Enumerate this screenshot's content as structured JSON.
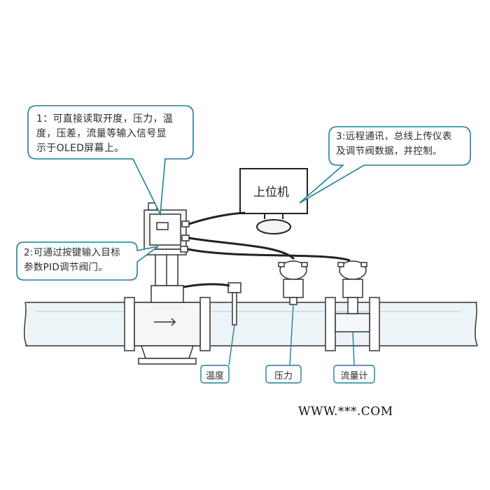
{
  "callouts": {
    "c1_line1": "1：可直接读取开度，压力，温",
    "c1_line2": "度，压差，流量等输入信号显",
    "c1_line3": "示于OLED屏幕上。",
    "c2_line1": "2:可通过按键输入目标",
    "c2_line2": "参数PID调节阀门。",
    "c3_line1": "3:远程通讯，总线上传仪表",
    "c3_line2": "及调节阀数据，并控制。"
  },
  "monitor": {
    "label": "上位机"
  },
  "tags": {
    "temperature": "温度",
    "pressure": "压力",
    "flowmeter": "流量计"
  },
  "watermark": "WWW.***.COM",
  "colors": {
    "callout_border": "#1f7f9a",
    "line": "#222222",
    "pipe_fill": "#e9f3f6"
  }
}
